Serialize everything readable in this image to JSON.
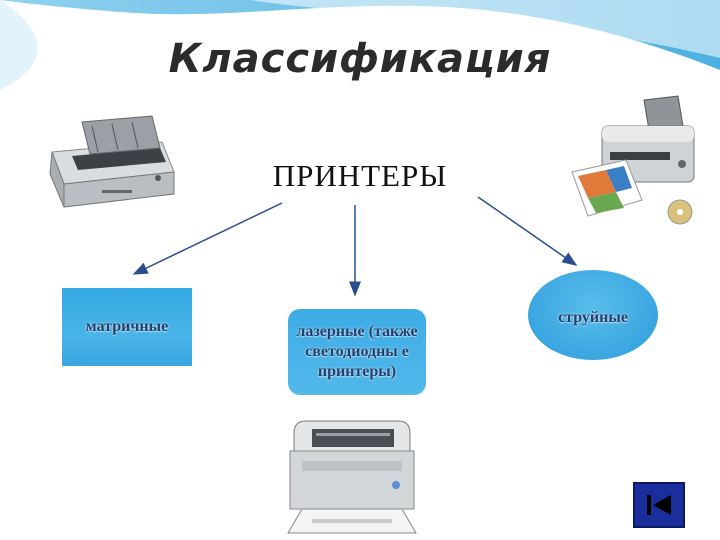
{
  "title": "Классификация",
  "root": {
    "label": "ПРИНТЕРЫ"
  },
  "categories": [
    {
      "label": "матричные"
    },
    {
      "label": "лазерные (также светодиодны е принтеры)"
    },
    {
      "label": "струйные"
    }
  ],
  "colors": {
    "node_fill": "#45afe6",
    "node_text": "#21406e",
    "arrow": "#2a4d8f",
    "nav_button": "#1a2f9c",
    "title_text": "#2b2b2b"
  },
  "icons": {
    "nav_button": "skip-back-icon"
  }
}
